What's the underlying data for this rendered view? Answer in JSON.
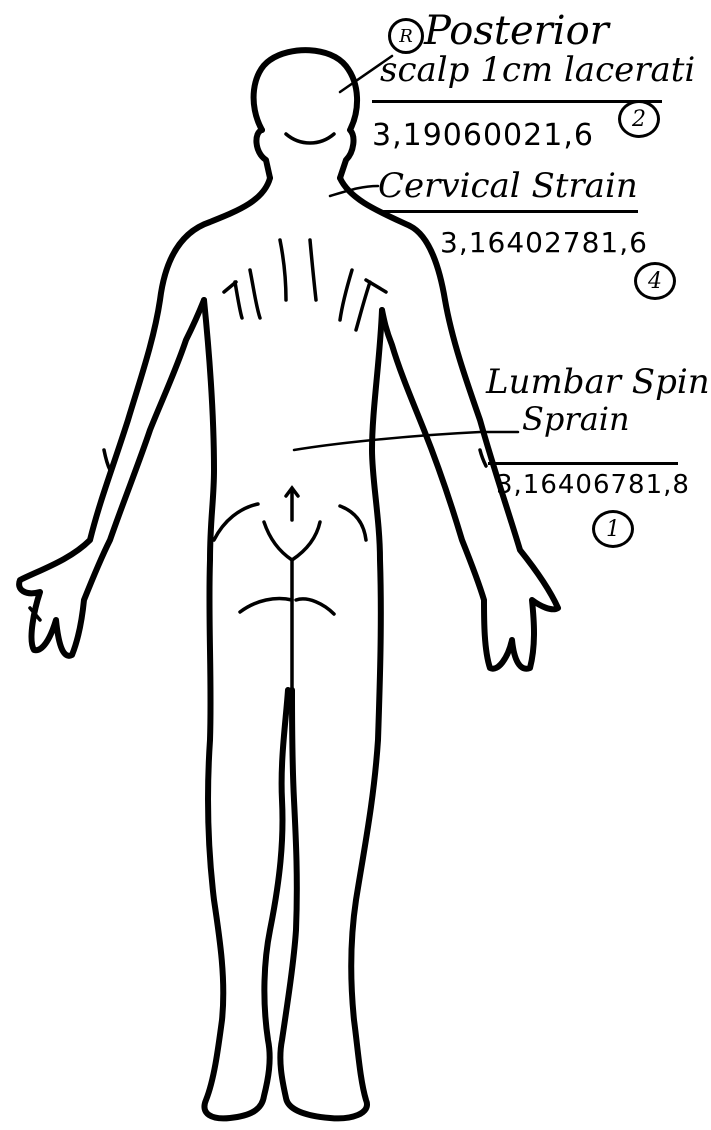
{
  "annotations": [
    {
      "id": "posterior-scalp",
      "side_marker": "R",
      "line1": "Posterior",
      "line2": "scalp 1cm lacerati",
      "code": "3,19060021,6",
      "priority": "2"
    },
    {
      "id": "cervical-strain",
      "line1": "Cervical Strain",
      "code": "3,16402781,6",
      "priority": "4"
    },
    {
      "id": "lumbar-spine",
      "line1": "Lumbar Spine",
      "line2": "Sprain",
      "code": "3,16406781,8",
      "priority": "1"
    }
  ]
}
